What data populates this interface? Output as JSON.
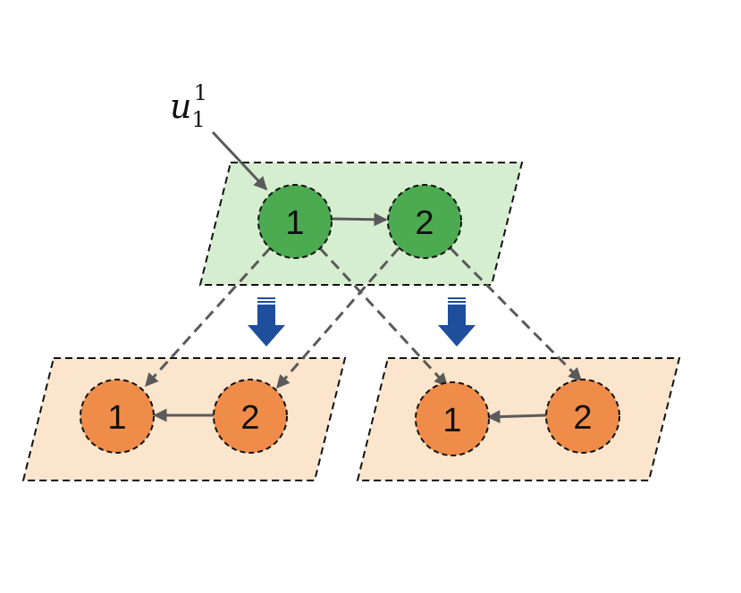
{
  "diagram": {
    "input": {
      "label": "u",
      "subscript": "1",
      "superscript": "1"
    },
    "top_layer": {
      "fill": "#d6eed0",
      "node_fill": "#4caa50",
      "nodes": [
        {
          "label": "1"
        },
        {
          "label": "2"
        }
      ]
    },
    "bottom_left_layer": {
      "fill": "#fbe5cd",
      "node_fill": "#ef8c4a",
      "nodes": [
        {
          "label": "1"
        },
        {
          "label": "2"
        }
      ]
    },
    "bottom_right_layer": {
      "fill": "#fbe5cd",
      "node_fill": "#ef8c4a",
      "nodes": [
        {
          "label": "1"
        },
        {
          "label": "2"
        }
      ]
    },
    "colors": {
      "edge": "#5a5a5a",
      "down_arrow": "#1f4e9c",
      "border": "#111111"
    }
  }
}
